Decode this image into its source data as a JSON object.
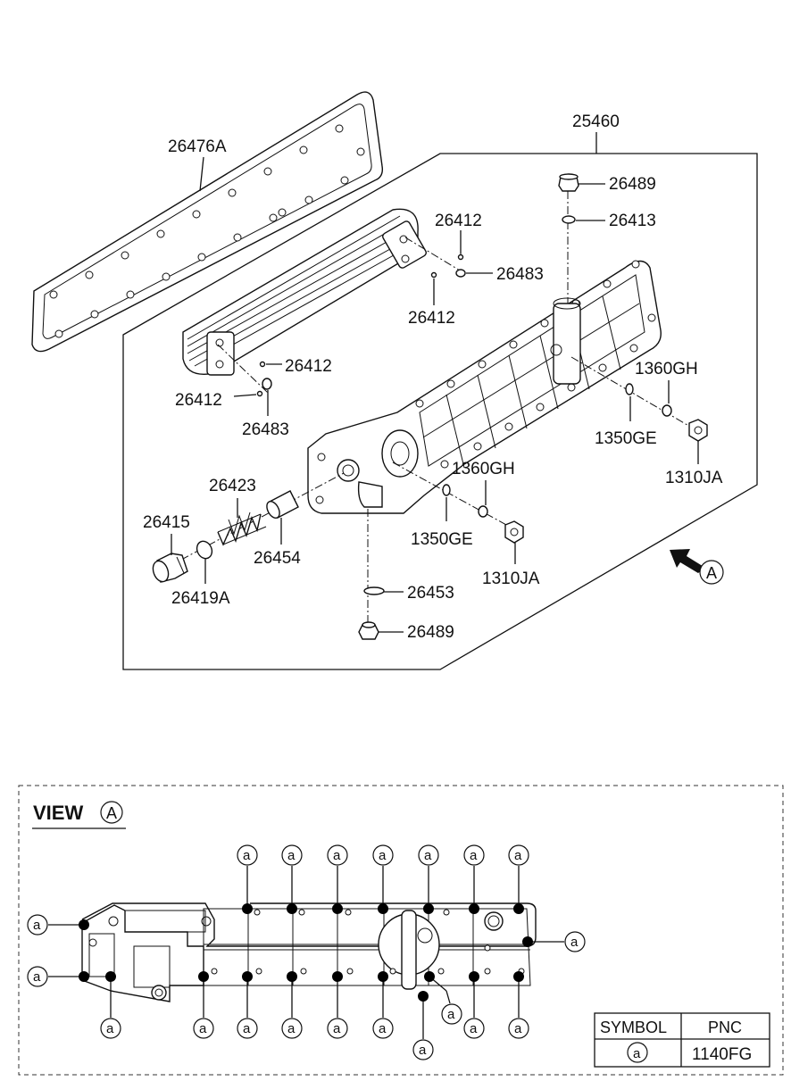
{
  "parts": {
    "gasket": "26476A",
    "assembly": "25460",
    "plug_top": "26489",
    "oring_top": "26413",
    "pin_tr_a": "26412",
    "oring_tr": "26483",
    "pin_tr_b": "26412",
    "pin_l_a": "26412",
    "pin_l_b": "26412",
    "oring_l": "26483",
    "bolt_r": "1360GH",
    "washer_r": "1350GE",
    "nut_r": "1310JA",
    "bolt_m": "1360GH",
    "washer_m": "1350GE",
    "nut_m": "1310JA",
    "spring": "26423",
    "plug_valve": "26415",
    "sleeve": "26454",
    "oring_valve": "26419A",
    "oring_bottom": "26453",
    "plug_bottom": "26489"
  },
  "view_arrow_label": "A",
  "view_panel": {
    "title": "VIEW",
    "title_letter": "A",
    "marker": "a"
  },
  "symbol_table": {
    "header_symbol": "SYMBOL",
    "header_pnc": "PNC",
    "symbol": "a",
    "pnc": "1140FG"
  }
}
